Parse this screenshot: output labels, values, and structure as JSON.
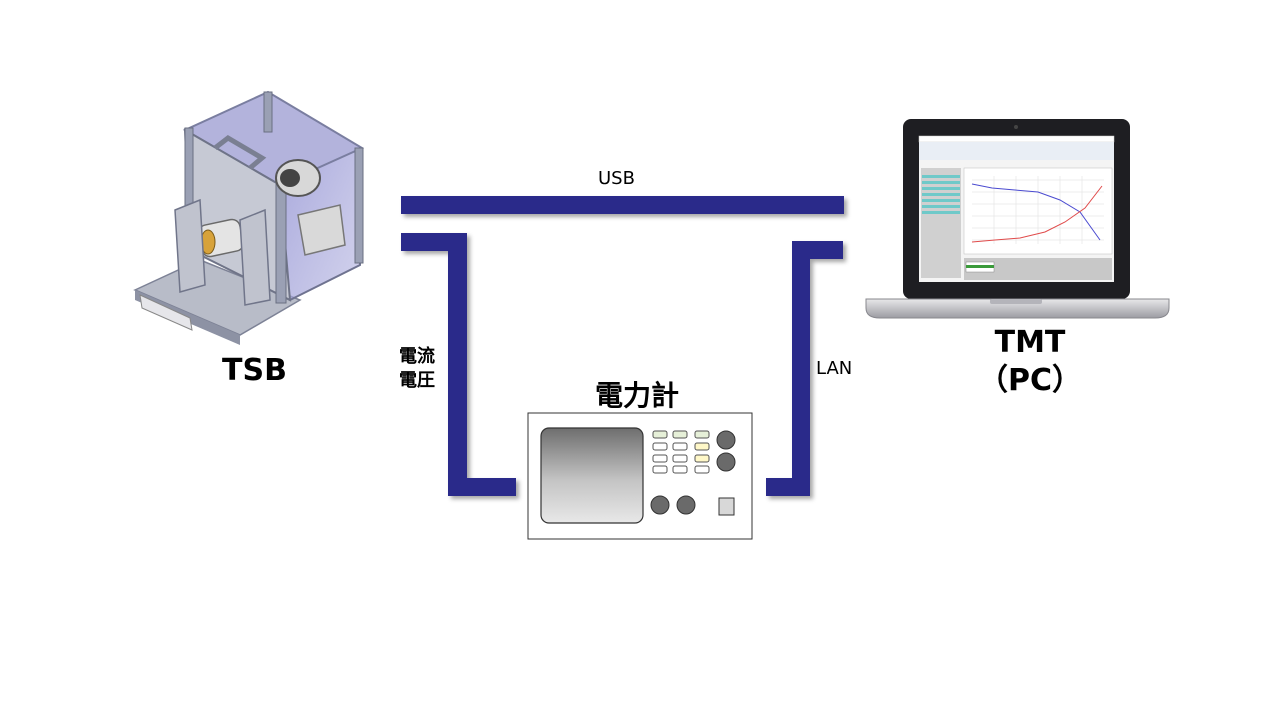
{
  "devices": {
    "tsb": {
      "label": "TSB"
    },
    "pc": {
      "label_line1": "TMT",
      "label_line2": "（PC）"
    },
    "meter": {
      "label": "電力計"
    }
  },
  "connections": {
    "usb": {
      "label": "USB"
    },
    "lan": {
      "label": "LAN"
    },
    "current_voltage": {
      "line1": "電流",
      "line2": "電圧"
    }
  },
  "colors": {
    "cable": "#2a2a8a",
    "frame": "#9aa0b4",
    "panel": "#8f8fc8"
  }
}
